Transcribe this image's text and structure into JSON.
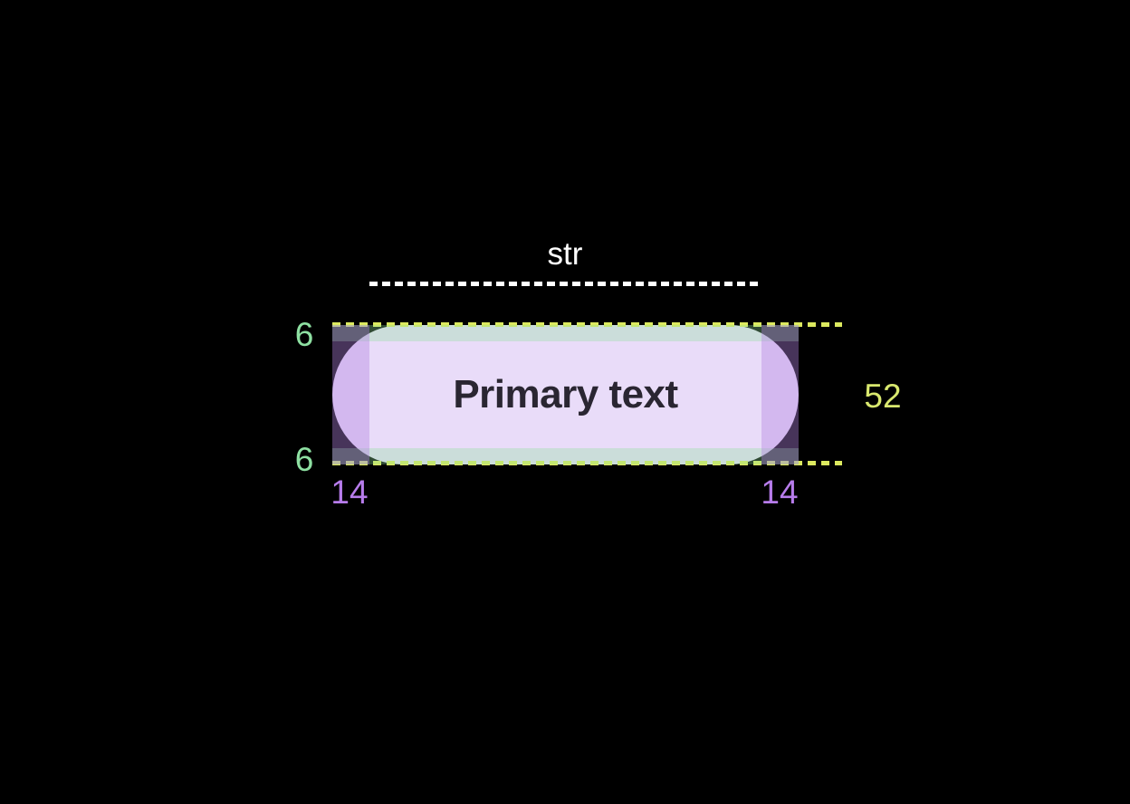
{
  "button": {
    "label": "Primary text"
  },
  "spec": {
    "string_width_label": "str",
    "height_value": "52",
    "padding_top": "6",
    "padding_bottom": "6",
    "padding_left": "14",
    "padding_right": "14"
  },
  "colors": {
    "background": "#000000",
    "pill_fill": "#e9dcf9",
    "button_text": "#2a2632",
    "vertical_padding_label": "#8ee0a2",
    "horizontal_padding_label": "#b77ceb",
    "height_label": "#d9e86e",
    "string_width_line": "#ffffff",
    "edge_dash_line": "#dce95f"
  }
}
